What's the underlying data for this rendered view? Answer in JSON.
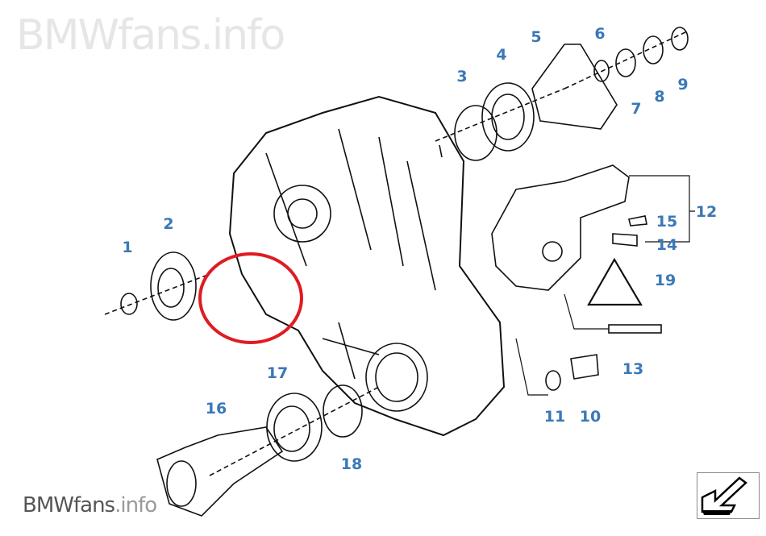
{
  "watermark": {
    "brand": "BMW",
    "suffix_dark": "fans",
    "suffix_light": ".info",
    "full": "BMWfans.info"
  },
  "highlight_color": "#e01b22",
  "label_color": "#3a78b8",
  "part_labels": [
    "1",
    "2",
    "3",
    "4",
    "5",
    "6",
    "7",
    "8",
    "9",
    "10",
    "11",
    "12",
    "13",
    "14",
    "15",
    "16",
    "17",
    "18",
    "19"
  ],
  "nav_button": {
    "icon": "arrow-back-down-left-icon"
  }
}
